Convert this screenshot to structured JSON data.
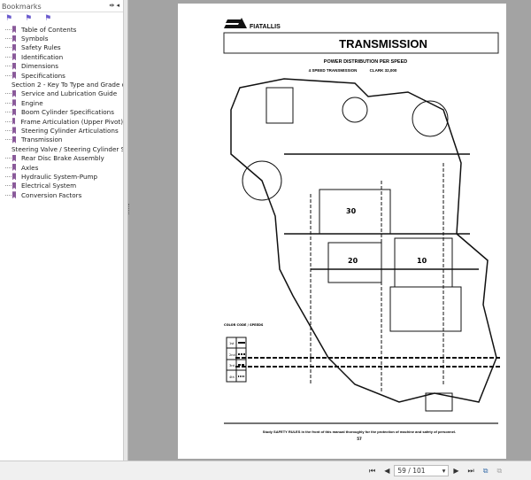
{
  "sidebar": {
    "title": "Bookmarks",
    "items": [
      "Table of Contents",
      "Symbols",
      "Safety Rules",
      "Identification",
      "Dimensions",
      "Specifications",
      "Section 2 - Key To Type and Grade o",
      "Service and Lubrication Guide",
      "Engine",
      "Boom Cylinder Specifications",
      "Frame Articulation (Upper Pivot)",
      "Steering Cylinder Articulations",
      "Transmission",
      "Steering Valve / Steering Cylinder Spe",
      "Rear Disc Brake Assembly",
      "Axles",
      "Hydraulic System-Pump",
      "Electrical System",
      "Conversion Factors"
    ]
  },
  "document": {
    "logo": "FIATALLIS",
    "title": "TRANSMISSION",
    "subtitle": "POWER DISTRIBUTION PER SPEED",
    "subtitle2a": "4 SPEED TRANSMISSION",
    "subtitle2b": "CLARK 32,000",
    "legend_title": "COLOR CODE / SPEEDS",
    "legend_rows": [
      "1st",
      "2nd",
      "3rd",
      "4th"
    ],
    "gear_labels": [
      "30",
      "20",
      "10"
    ],
    "footer": "Study SAFETY RULES in the front of this manual thoroughly for the protection of machine and safety of personnel.",
    "page_number": "57"
  },
  "toolbar": {
    "page_value": "59 / 101"
  }
}
